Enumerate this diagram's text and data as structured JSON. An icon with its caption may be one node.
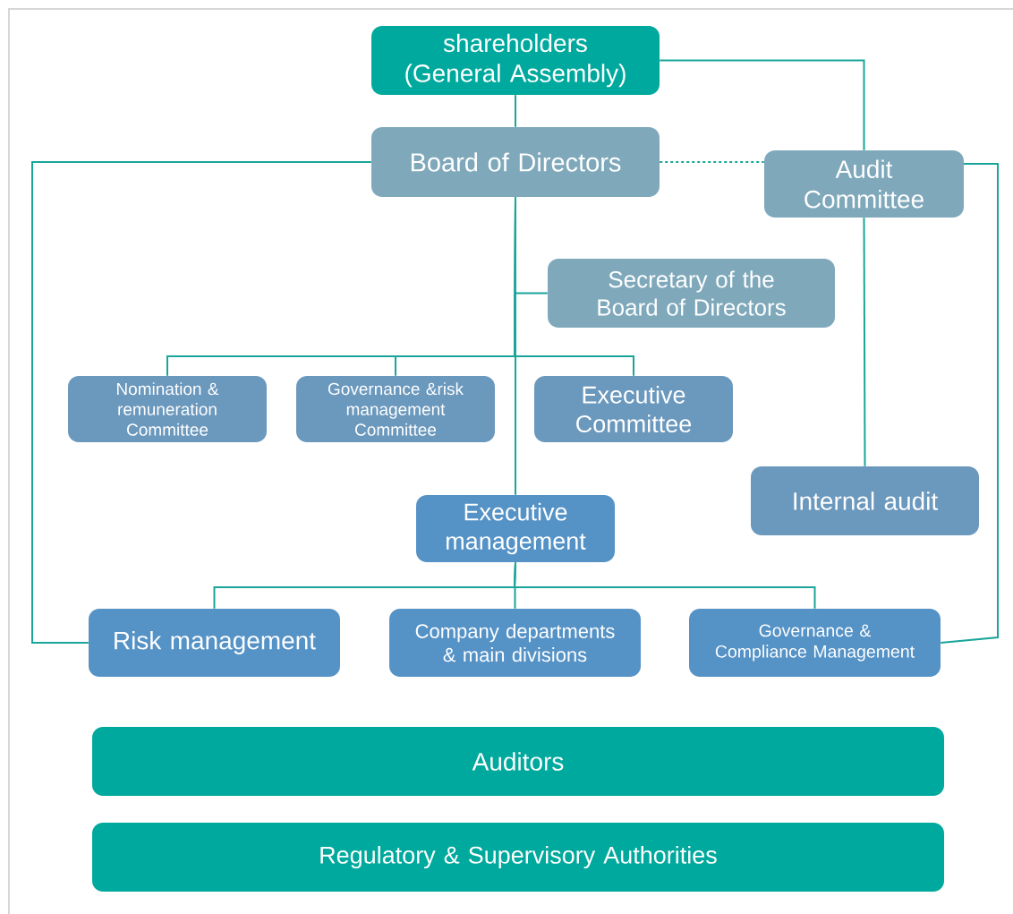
{
  "diagram": {
    "nodes": [
      {
        "text": [
          "shareholders (General Assembly)"
        ]
      },
      {
        "text": [
          "Board of Directors"
        ]
      },
      {
        "text": [
          "Audit Committee"
        ]
      },
      {
        "text": [
          "Secretary of the Board of Directors"
        ]
      },
      {
        "text": [
          "Nomination & remuneration Committee"
        ]
      },
      {
        "text": [
          "Governance &risk management Committee"
        ]
      },
      {
        "text": [
          "Executive Committee"
        ]
      },
      {
        "text": [
          "Internal audit"
        ]
      },
      {
        "text": [
          "Executive management"
        ]
      },
      {
        "text": [
          "Risk management"
        ]
      },
      {
        "text": [
          "Company departments & main divisions"
        ]
      },
      {
        "text": [
          "Governance & Compliance Management"
        ]
      },
      {
        "text": [
          "Auditors"
        ]
      },
      {
        "text": [
          "Regulatory & Supervisory Authorities"
        ]
      }
    ],
    "edges": [
      {
        "from": 0,
        "to": 1,
        "arrow": "none"
      },
      {
        "from": 0,
        "to": 2,
        "arrow": "none"
      },
      {
        "from": 1,
        "to": 2,
        "arrow": "none",
        "style": "dashed"
      },
      {
        "from": 1,
        "to": 9,
        "arrow": "none"
      },
      {
        "from": 2,
        "to": 11,
        "arrow": "none"
      },
      {
        "from": 2,
        "to": 7,
        "arrow": "none"
      },
      {
        "from": 1,
        "to": 3,
        "arrow": "none"
      },
      {
        "from": 1,
        "to": 4,
        "arrow": "none"
      },
      {
        "from": 1,
        "to": 5,
        "arrow": "none"
      },
      {
        "from": 1,
        "to": 6,
        "arrow": "none"
      },
      {
        "from": 1,
        "to": 8,
        "arrow": "none"
      },
      {
        "from": 8,
        "to": 9,
        "arrow": "none"
      },
      {
        "from": 8,
        "to": 10,
        "arrow": "none"
      },
      {
        "from": 8,
        "to": 11,
        "arrow": "none"
      }
    ]
  }
}
